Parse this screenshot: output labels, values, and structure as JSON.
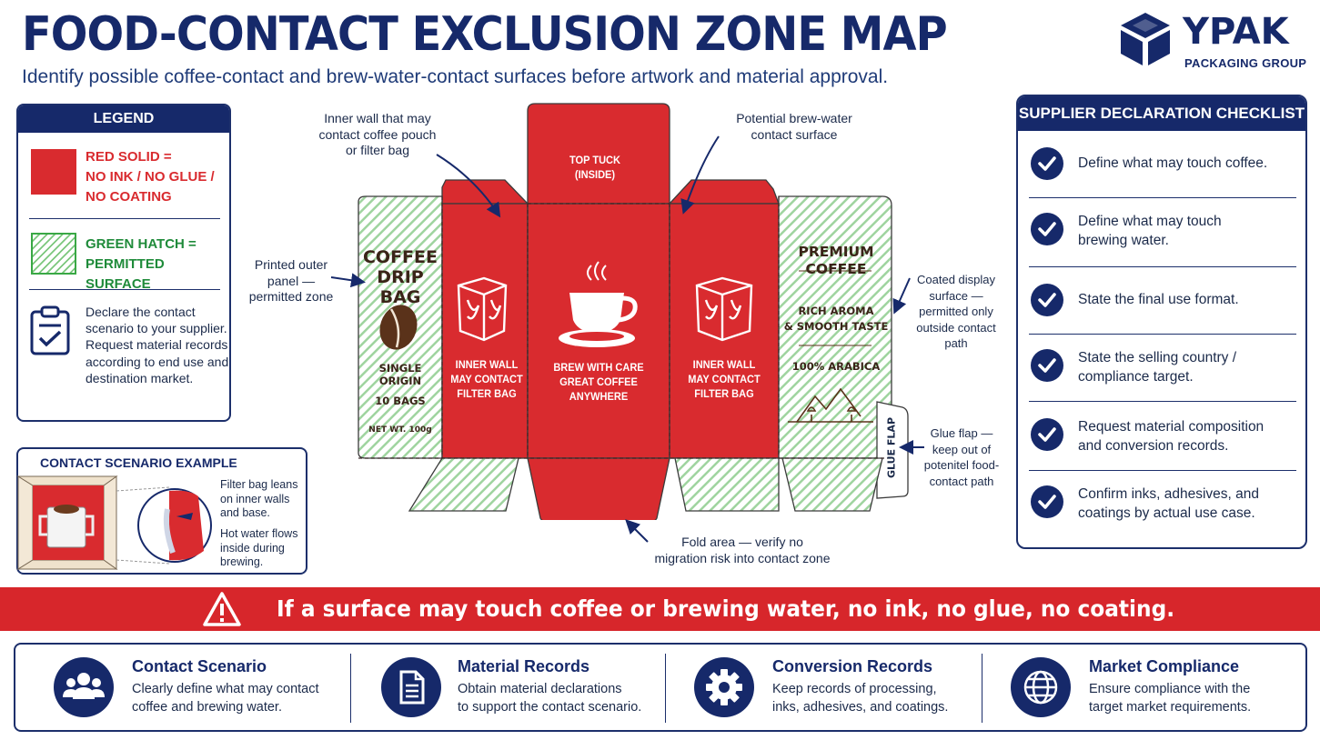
{
  "header": {
    "title": "FOOD-CONTACT EXCLUSION ZONE MAP",
    "subtitle": "Identify possible coffee-contact and brew-water-contact surfaces before artwork and material approval.",
    "brand_name": "YPAK",
    "brand_sub": "PACKAGING GROUP"
  },
  "legend": {
    "title": "LEGEND",
    "red_lines": [
      "RED SOLID =",
      "NO INK / NO GLUE /",
      "NO COATING"
    ],
    "green_lines": [
      "GREEN HATCH =",
      "PERMITTED SURFACE"
    ],
    "note": "Declare the contact scenario to your supplier. Request material records according to end use and destination market."
  },
  "scenario": {
    "title": "CONTACT SCENARIO EXAMPLE",
    "text1": "Filter bag leans on inner walls and base.",
    "text2": "Hot water flows inside during brewing."
  },
  "dieline": {
    "top_tuck": [
      "TOP TUCK",
      "(INSIDE)"
    ],
    "left_panel": {
      "title": [
        "COFFEE",
        "DRIP BAG"
      ],
      "origin": "SINGLE ORIGIN",
      "bags": "10 BAGS",
      "net": "NET WT. 100g"
    },
    "inner_wall": [
      "INNER WALL",
      "MAY CONTACT",
      "FILTER BAG"
    ],
    "center": [
      "BREW WITH CARE",
      "GREAT COFFEE",
      "ANYWHERE"
    ],
    "right_panel": {
      "title": [
        "PREMIUM",
        "COFFEE"
      ],
      "tagline": [
        "RICH AROMA",
        "& SMOOTH TASTE"
      ],
      "arabica": "100% ARABICA"
    },
    "glue_flap": "GLUE FLAP"
  },
  "callouts": {
    "inner_wall": [
      "Inner wall that may",
      "contact coffee pouch",
      "or filter bag"
    ],
    "brew_water": [
      "Potential brew-water",
      "contact surface"
    ],
    "printed_outer": [
      "Printed outer",
      "panel —",
      "permitted zone"
    ],
    "coated_display": [
      "Coated display",
      "surface —",
      "permitted only",
      "outside contact",
      "path"
    ],
    "glue_flap": [
      "Glue flap —",
      "keep out of",
      "potenitel food-",
      "contact path"
    ],
    "fold_area": [
      "Fold area — verify no",
      "migration risk into contact zone"
    ]
  },
  "checklist": {
    "title": "SUPPLIER DECLARATION CHECKLIST",
    "items": [
      {
        "l1": "Define what may touch coffee.",
        "l2": ""
      },
      {
        "l1": "Define what may touch",
        "l2": "brewing water."
      },
      {
        "l1": "State the final use format.",
        "l2": ""
      },
      {
        "l1": "State the selling country /",
        "l2": "compliance target."
      },
      {
        "l1": "Request material composition",
        "l2": "and conversion records."
      },
      {
        "l1": "Confirm inks, adhesives, and",
        "l2": "coatings by actual use case."
      }
    ]
  },
  "banner": {
    "text": "If a surface may touch coffee or brewing water, no ink, no glue, no coating."
  },
  "footer": [
    {
      "title": "Contact Scenario",
      "l1": "Clearly define what may contact",
      "l2": "coffee and brewing water."
    },
    {
      "title": "Material Records",
      "l1": "Obtain material declarations",
      "l2": "to support the contact scenario."
    },
    {
      "title": "Conversion Records",
      "l1": "Keep records of processing,",
      "l2": "inks, adhesives, and coatings."
    },
    {
      "title": "Market Compliance",
      "l1": "Ensure compliance with the",
      "l2": "target market requirements."
    }
  ],
  "colors": {
    "navy": "#16296a",
    "red": "#d92b2f",
    "green": "#39a845",
    "hatch": "#7cc77d"
  }
}
